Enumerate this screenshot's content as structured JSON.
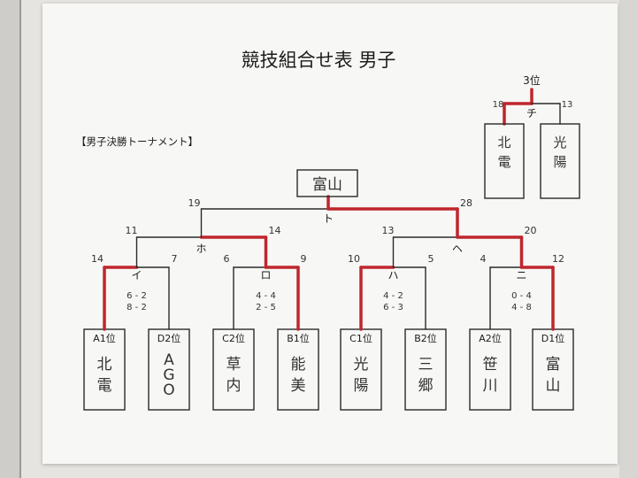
{
  "title": "競技組合せ表 男子",
  "subtitle": "【男子決勝トーナメント】",
  "winner": "富山",
  "third_place": {
    "label": "3位",
    "match": "チ",
    "left_score": "18",
    "right_score": "13",
    "left_team": "北電",
    "right_team": "光陽"
  },
  "final": {
    "match": "ト",
    "left_score": "19",
    "right_score": "28"
  },
  "semifinals": [
    {
      "match": "ホ",
      "left_score": "11",
      "right_score": "14"
    },
    {
      "match": "ヘ",
      "left_score": "13",
      "right_score": "20"
    }
  ],
  "quarterfinals": [
    {
      "match": "イ",
      "left_score": "14",
      "right_score": "7",
      "sets": [
        "6 - 2",
        "8 - 2"
      ]
    },
    {
      "match": "ロ",
      "left_score": "6",
      "right_score": "9",
      "sets": [
        "4 - 4",
        "2 - 5"
      ]
    },
    {
      "match": "ハ",
      "left_score": "10",
      "right_score": "5",
      "sets": [
        "4 - 2",
        "6 - 3"
      ]
    },
    {
      "match": "ニ",
      "left_score": "4",
      "right_score": "12",
      "sets": [
        "0 - 4",
        "4 - 8"
      ]
    }
  ],
  "teams": [
    {
      "seed": "A1位",
      "name": "北電"
    },
    {
      "seed": "D2位",
      "name": "AGO"
    },
    {
      "seed": "C2位",
      "name": "草内"
    },
    {
      "seed": "B1位",
      "name": "能美"
    },
    {
      "seed": "C1位",
      "name": "光陽"
    },
    {
      "seed": "B2位",
      "name": "三郷"
    },
    {
      "seed": "A2位",
      "name": "笹川"
    },
    {
      "seed": "D1位",
      "name": "富山"
    }
  ],
  "colors": {
    "line": "#2a2a2a",
    "winner_path": "#c0262d",
    "paper": "#f7f7f5"
  }
}
